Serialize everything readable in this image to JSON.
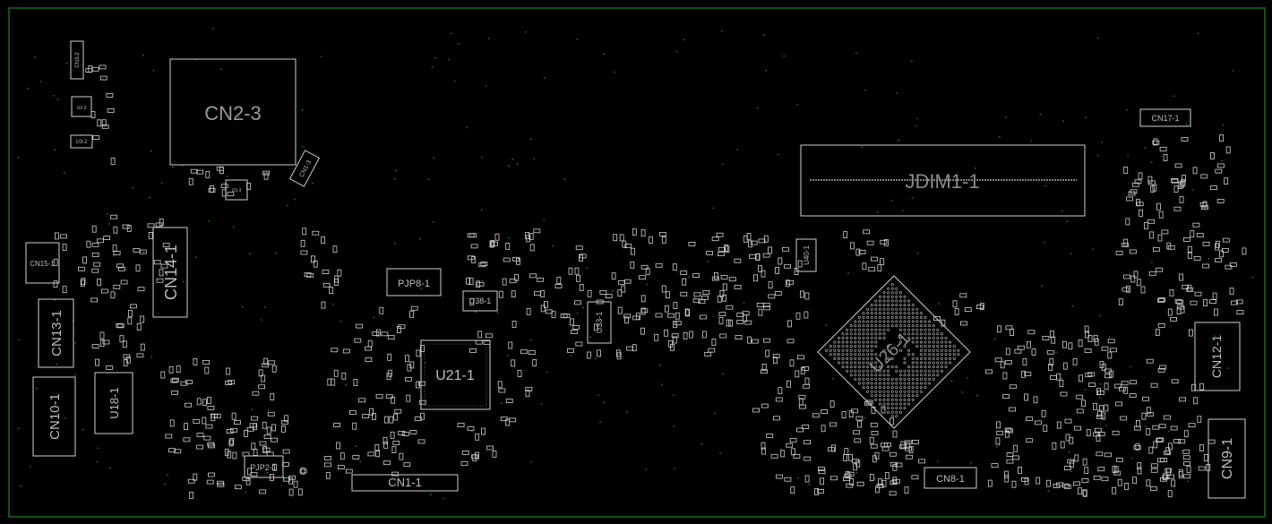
{
  "board": {
    "outline_color": "#1a6b1a",
    "silk_color": "#d8d8d8",
    "ref_color": "#9a9a9a",
    "via_color": "#1f6f5f"
  },
  "components": [
    {
      "id": "cn2-3",
      "label": "CN2-3",
      "kind": "connector"
    },
    {
      "id": "jdim1-1",
      "label": "JDIM1-1",
      "kind": "memory-slot"
    },
    {
      "id": "u26-1",
      "label": "U26-1",
      "kind": "bga"
    },
    {
      "id": "u21-1",
      "label": "U21-1",
      "kind": "ic"
    },
    {
      "id": "cn14-1",
      "label": "CN14-1",
      "kind": "connector"
    },
    {
      "id": "cn13-1",
      "label": "CN13-1",
      "kind": "connector"
    },
    {
      "id": "cn10-1",
      "label": "CN10-1",
      "kind": "connector"
    },
    {
      "id": "u18-1",
      "label": "U18-1",
      "kind": "ic"
    },
    {
      "id": "cn15-1",
      "label": "CN15-1",
      "kind": "connector"
    },
    {
      "id": "pjp8-1",
      "label": "PJP8-1",
      "kind": "jumper"
    },
    {
      "id": "u38-1",
      "label": "U38-1",
      "kind": "ic"
    },
    {
      "id": "u33-1",
      "label": "U33-1",
      "kind": "ic"
    },
    {
      "id": "u40-1",
      "label": "U40-1",
      "kind": "ic"
    },
    {
      "id": "cn1-1",
      "label": "CN1-1",
      "kind": "connector"
    },
    {
      "id": "pjp2-1",
      "label": "PJP2-1",
      "kind": "jumper"
    },
    {
      "id": "cn8-1",
      "label": "CN8-1",
      "kind": "connector"
    },
    {
      "id": "cn9-1",
      "label": "CN9-1",
      "kind": "connector"
    },
    {
      "id": "cn12-1",
      "label": "CN12-1",
      "kind": "connector"
    },
    {
      "id": "cn17-1",
      "label": "CN17-1",
      "kind": "connector"
    },
    {
      "id": "cn1-3",
      "label": "CN1-3",
      "kind": "connector"
    },
    {
      "id": "cn3-2",
      "label": "CN3-2",
      "kind": "connector"
    },
    {
      "id": "u2-2",
      "label": "U2-2",
      "kind": "ic"
    },
    {
      "id": "u3-2",
      "label": "U3-2",
      "kind": "ic"
    },
    {
      "id": "u3-3",
      "label": "U3-3",
      "kind": "ic"
    }
  ]
}
